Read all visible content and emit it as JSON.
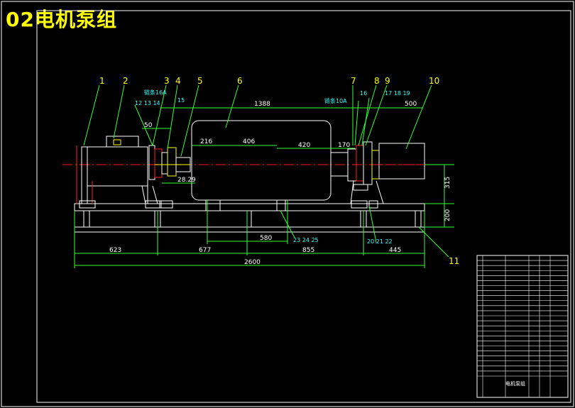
{
  "title": "02电机泵组",
  "dimensions": {
    "d1388": "1388",
    "d500": "500",
    "d50": "50",
    "d216": "216",
    "d406": "406",
    "d420": "420",
    "d170": "170",
    "d2829": "28.29",
    "d315": "315",
    "d200": "200",
    "d580": "580",
    "d623": "623",
    "d677": "677",
    "d855": "855",
    "d445": "445",
    "d2600": "2600"
  },
  "balloons": [
    "1",
    "2",
    "3",
    "4",
    "5",
    "6",
    "7",
    "8",
    "9",
    "10",
    "11"
  ],
  "small_labels": {
    "chain16a": "链条16A",
    "chain10a": "链条10A",
    "l12_13_14": "12 13 14",
    "l15": "15",
    "l16": "16",
    "l17_18_19": "17 18 19",
    "l23_24_25": "23 24 25",
    "l20_21_22": "20 21 22"
  },
  "title_block": {
    "name": "电机泵组",
    "row_count": 24
  }
}
